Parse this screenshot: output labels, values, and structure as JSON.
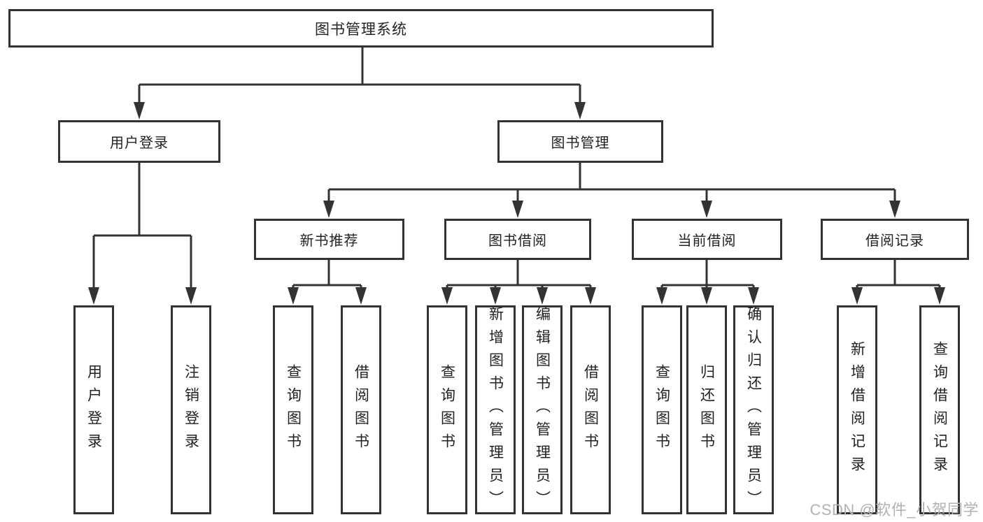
{
  "tree": {
    "root": {
      "label": "图书管理系统",
      "children": [
        {
          "label": "用户登录",
          "children": [
            {
              "label": "用户登录"
            },
            {
              "label": "注销登录"
            }
          ]
        },
        {
          "label": "图书管理",
          "children": [
            {
              "label": "新书推荐",
              "children": [
                {
                  "label": "查询图书"
                },
                {
                  "label": "借阅图书"
                }
              ]
            },
            {
              "label": "图书借阅",
              "children": [
                {
                  "label": "查询图书"
                },
                {
                  "label": "新增图书（管理员）"
                },
                {
                  "label": "编辑图书（管理员）"
                },
                {
                  "label": "借阅图书"
                }
              ]
            },
            {
              "label": "当前借阅",
              "children": [
                {
                  "label": "查询图书"
                },
                {
                  "label": "归还图书"
                },
                {
                  "label": "确认归还（管理员）"
                }
              ]
            },
            {
              "label": "借阅记录",
              "children": [
                {
                  "label": "新增借阅记录"
                },
                {
                  "label": "查询借阅记录"
                }
              ]
            }
          ]
        }
      ]
    }
  },
  "watermark": {
    "text": "CSDN @软件_小贺同学"
  },
  "colors": {
    "line": "#333333",
    "text": "#222222",
    "watermark": "#b2b2b2",
    "background": "#ffffff"
  }
}
